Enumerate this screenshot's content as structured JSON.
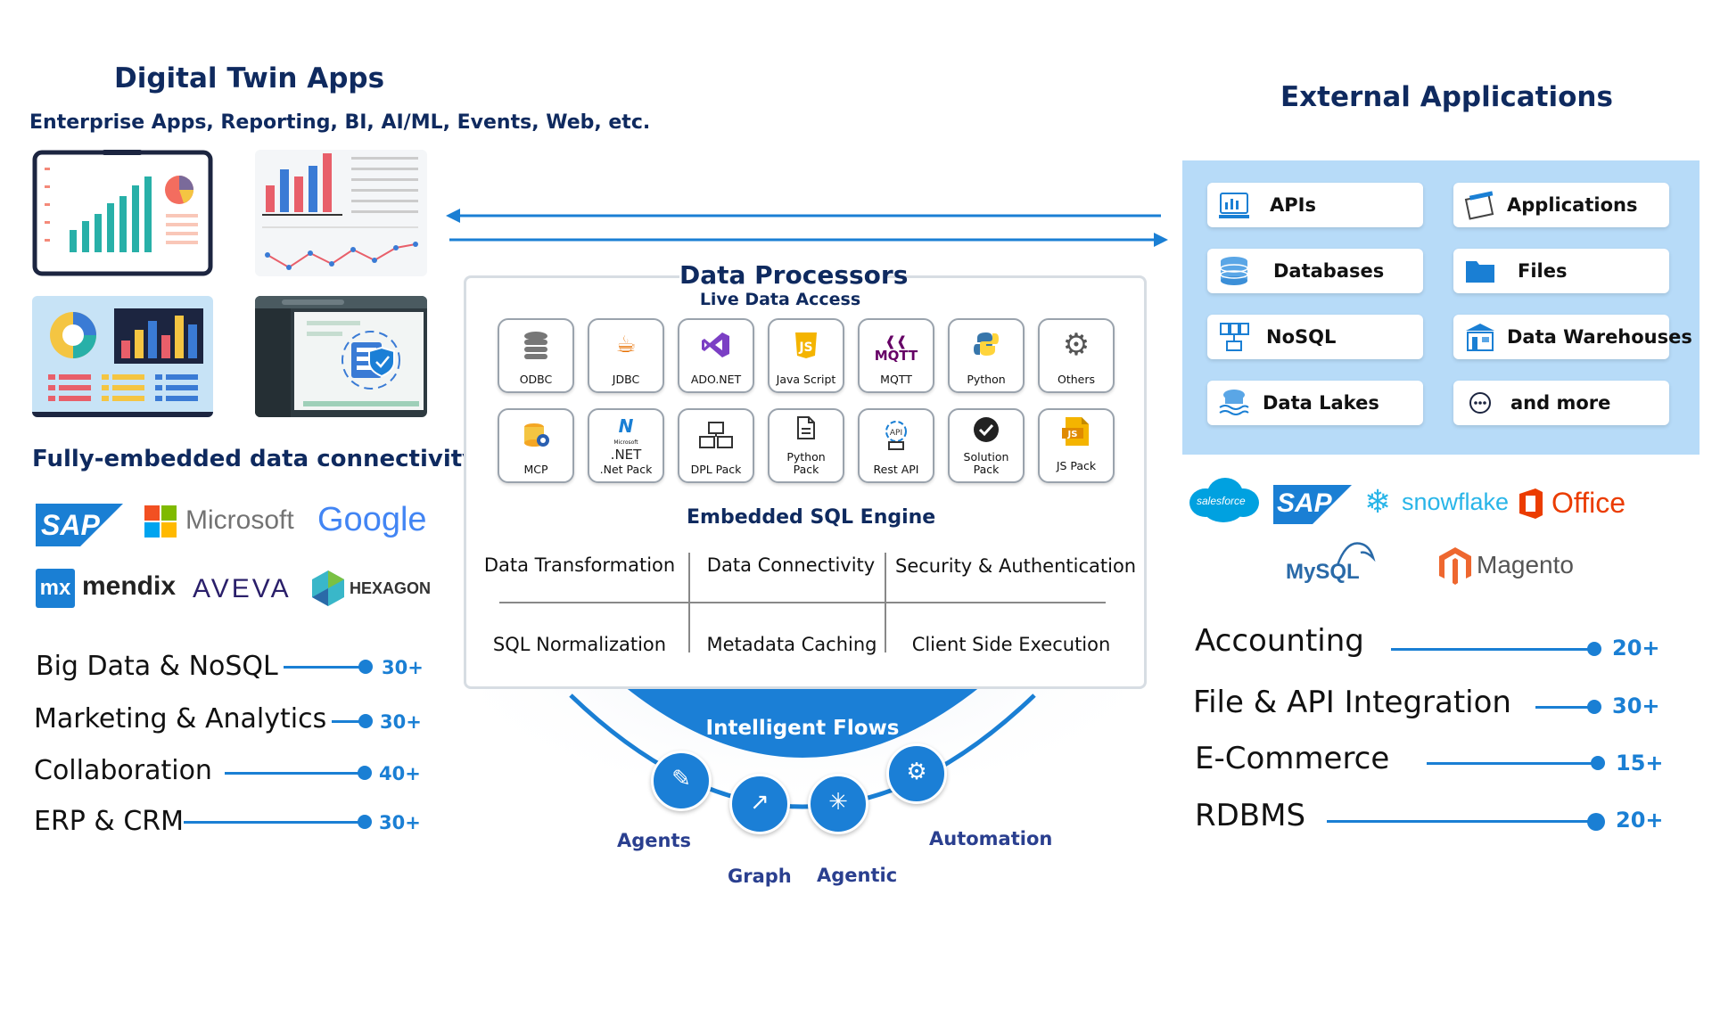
{
  "left": {
    "title": "Digital Twin Apps",
    "subtitle": "Enterprise Apps, Reporting, BI, AI/ML, Events, Web, etc.",
    "embedded_heading": "Fully-embedded data connectivity",
    "logos": [
      "SAP",
      "Microsoft",
      "Google",
      "mx",
      "mendix",
      "AVEVA",
      "HEXAGON"
    ],
    "stats": [
      {
        "label": "Big Data & NoSQL",
        "value": "30+"
      },
      {
        "label": "Marketing & Analytics",
        "value": "30+"
      },
      {
        "label": "Collaboration",
        "value": "40+"
      },
      {
        "label": "ERP & CRM",
        "value": "30+"
      }
    ]
  },
  "center": {
    "title": "Data Processors",
    "subtitle": "Live Data Access",
    "tiles_row1": [
      {
        "label": "ODBC",
        "icon": "database-icon"
      },
      {
        "label": "JDBC",
        "icon": "java-icon"
      },
      {
        "label": "ADO.NET",
        "icon": "visual-studio-icon"
      },
      {
        "label": "Java Script",
        "icon": "js-icon"
      },
      {
        "label": "MQTT",
        "icon": "mqtt-icon"
      },
      {
        "label": "Python",
        "icon": "python-icon"
      },
      {
        "label": "Others",
        "icon": "gear-icon"
      }
    ],
    "tiles_row2": [
      {
        "label": "MCP",
        "icon": "mcp-icon"
      },
      {
        "label": ".Net Pack",
        "icon": "dotnet-icon"
      },
      {
        "label": "DPL Pack",
        "icon": "dpl-icon"
      },
      {
        "label": "Python Pack",
        "icon": "python-pack-icon"
      },
      {
        "label": "Rest API",
        "icon": "rest-api-icon"
      },
      {
        "label": "Solution Pack",
        "icon": "solution-icon"
      },
      {
        "label": "JS Pack",
        "icon": "js-pack-icon"
      }
    ],
    "mqtt_text": "MQTT",
    "dotnet_text": ".NET",
    "dotnet_small": "Microsoft",
    "js_text": "JS",
    "api_text": "API",
    "sql_title": "Embedded SQL Engine",
    "features": [
      "Data Transformation",
      "Data Connectivity",
      "Security & Authentication",
      "SQL Normalization",
      "Metadata Caching",
      "Client Side Execution"
    ],
    "flows_title": "Intelligent Flows",
    "flow_labels": [
      "Agents",
      "Graph",
      "Agentic",
      "Automation"
    ]
  },
  "right": {
    "title": "External Applications",
    "cards": [
      {
        "label": "APIs",
        "icon": "api-server-icon"
      },
      {
        "label": "Applications",
        "icon": "applications-icon"
      },
      {
        "label": "Databases",
        "icon": "database-icon"
      },
      {
        "label": "Files",
        "icon": "folder-icon"
      },
      {
        "label": "NoSQL",
        "icon": "nosql-icon"
      },
      {
        "label": "Data Warehouses",
        "icon": "warehouse-icon"
      },
      {
        "label": "Data Lakes",
        "icon": "data-lake-icon"
      },
      {
        "label": "and more",
        "icon": "more-icon"
      }
    ],
    "logos": [
      "salesforce",
      "SAP",
      "snowflake",
      "Office",
      "MySQL",
      "Magento"
    ],
    "stats": [
      {
        "label": "Accounting",
        "value": "20+"
      },
      {
        "label": "File & API Integration",
        "value": "30+"
      },
      {
        "label": "E-Commerce",
        "value": "15+"
      },
      {
        "label": "RDBMS",
        "value": "20+"
      }
    ]
  },
  "colors": {
    "navy": "#0f2a5f",
    "accent": "#1a7fd4",
    "panel": "#b7dbf8"
  }
}
